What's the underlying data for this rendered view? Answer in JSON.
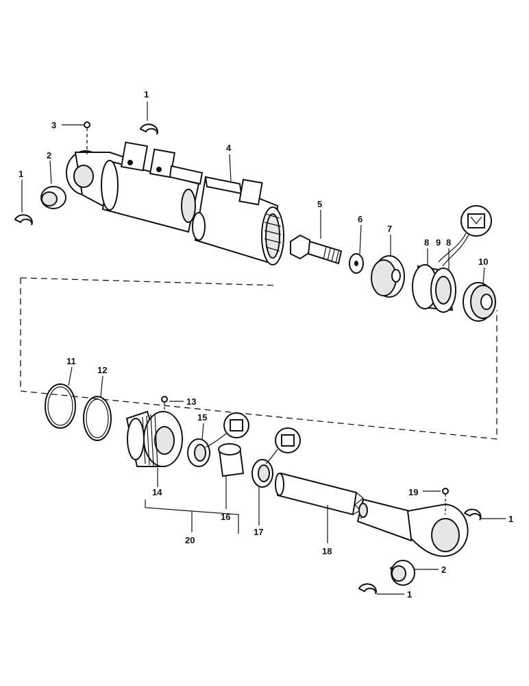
{
  "labels": {
    "c1a": "1",
    "c1b": "1",
    "c1c": "1",
    "c1d": "1",
    "c2a": "2",
    "c2b": "2",
    "c3": "3",
    "c4": "4",
    "c5": "5",
    "c6": "6",
    "c7": "7",
    "c8a": "8",
    "c8b": "8",
    "c9": "9",
    "c10": "10",
    "c11": "11",
    "c12": "12",
    "c13": "13",
    "c14": "14",
    "c15": "15",
    "c16": "16",
    "c17": "17",
    "c18": "18",
    "c19": "19",
    "c20": "20"
  }
}
